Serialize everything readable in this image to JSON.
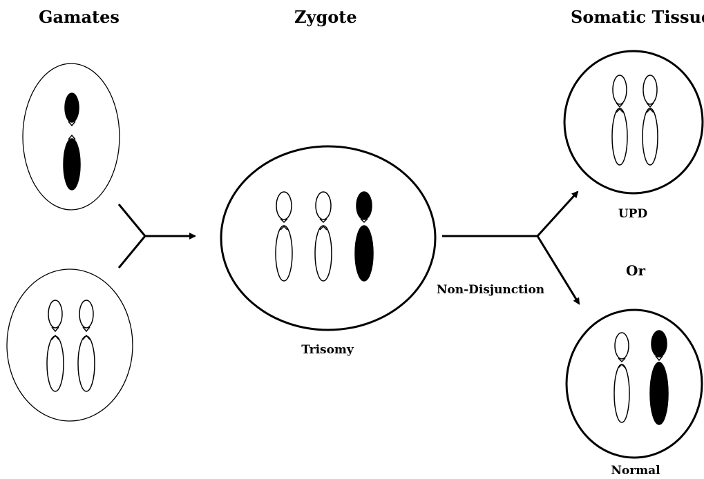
{
  "headings": {
    "gametes": "Gamates",
    "zygote": "Zygote",
    "somatic": "Somatic Tissue"
  },
  "labels": {
    "trisomy": "Trisomy",
    "non_disjunction": "Non-Disjunction",
    "upd": "UPD",
    "or": "Or",
    "normal": "Normal"
  },
  "colors": {
    "ink": "#000000",
    "paper": "#ffffff"
  }
}
